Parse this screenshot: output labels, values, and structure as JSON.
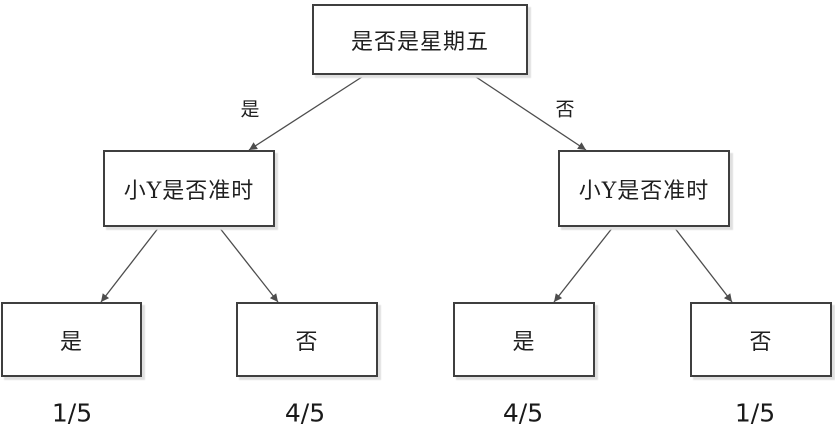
{
  "diagram": {
    "title_semantic": "decision-tree",
    "root": {
      "label": "是否是星期五"
    },
    "branch_left": {
      "edge_label": "是",
      "node_label": "小Y是否准时"
    },
    "branch_right": {
      "edge_label": "否",
      "node_label": "小Y是否准时"
    },
    "leaves": [
      {
        "label": "是",
        "probability": "1/5"
      },
      {
        "label": "否",
        "probability": "4/5"
      },
      {
        "label": "是",
        "probability": "4/5"
      },
      {
        "label": "否",
        "probability": "1/5"
      }
    ],
    "colors": {
      "border": "#3f3f3f",
      "arrow": "#4d4d4d",
      "shadow": "#e0e0e0",
      "text": "#1f1f1f",
      "background": "#ffffff"
    }
  }
}
